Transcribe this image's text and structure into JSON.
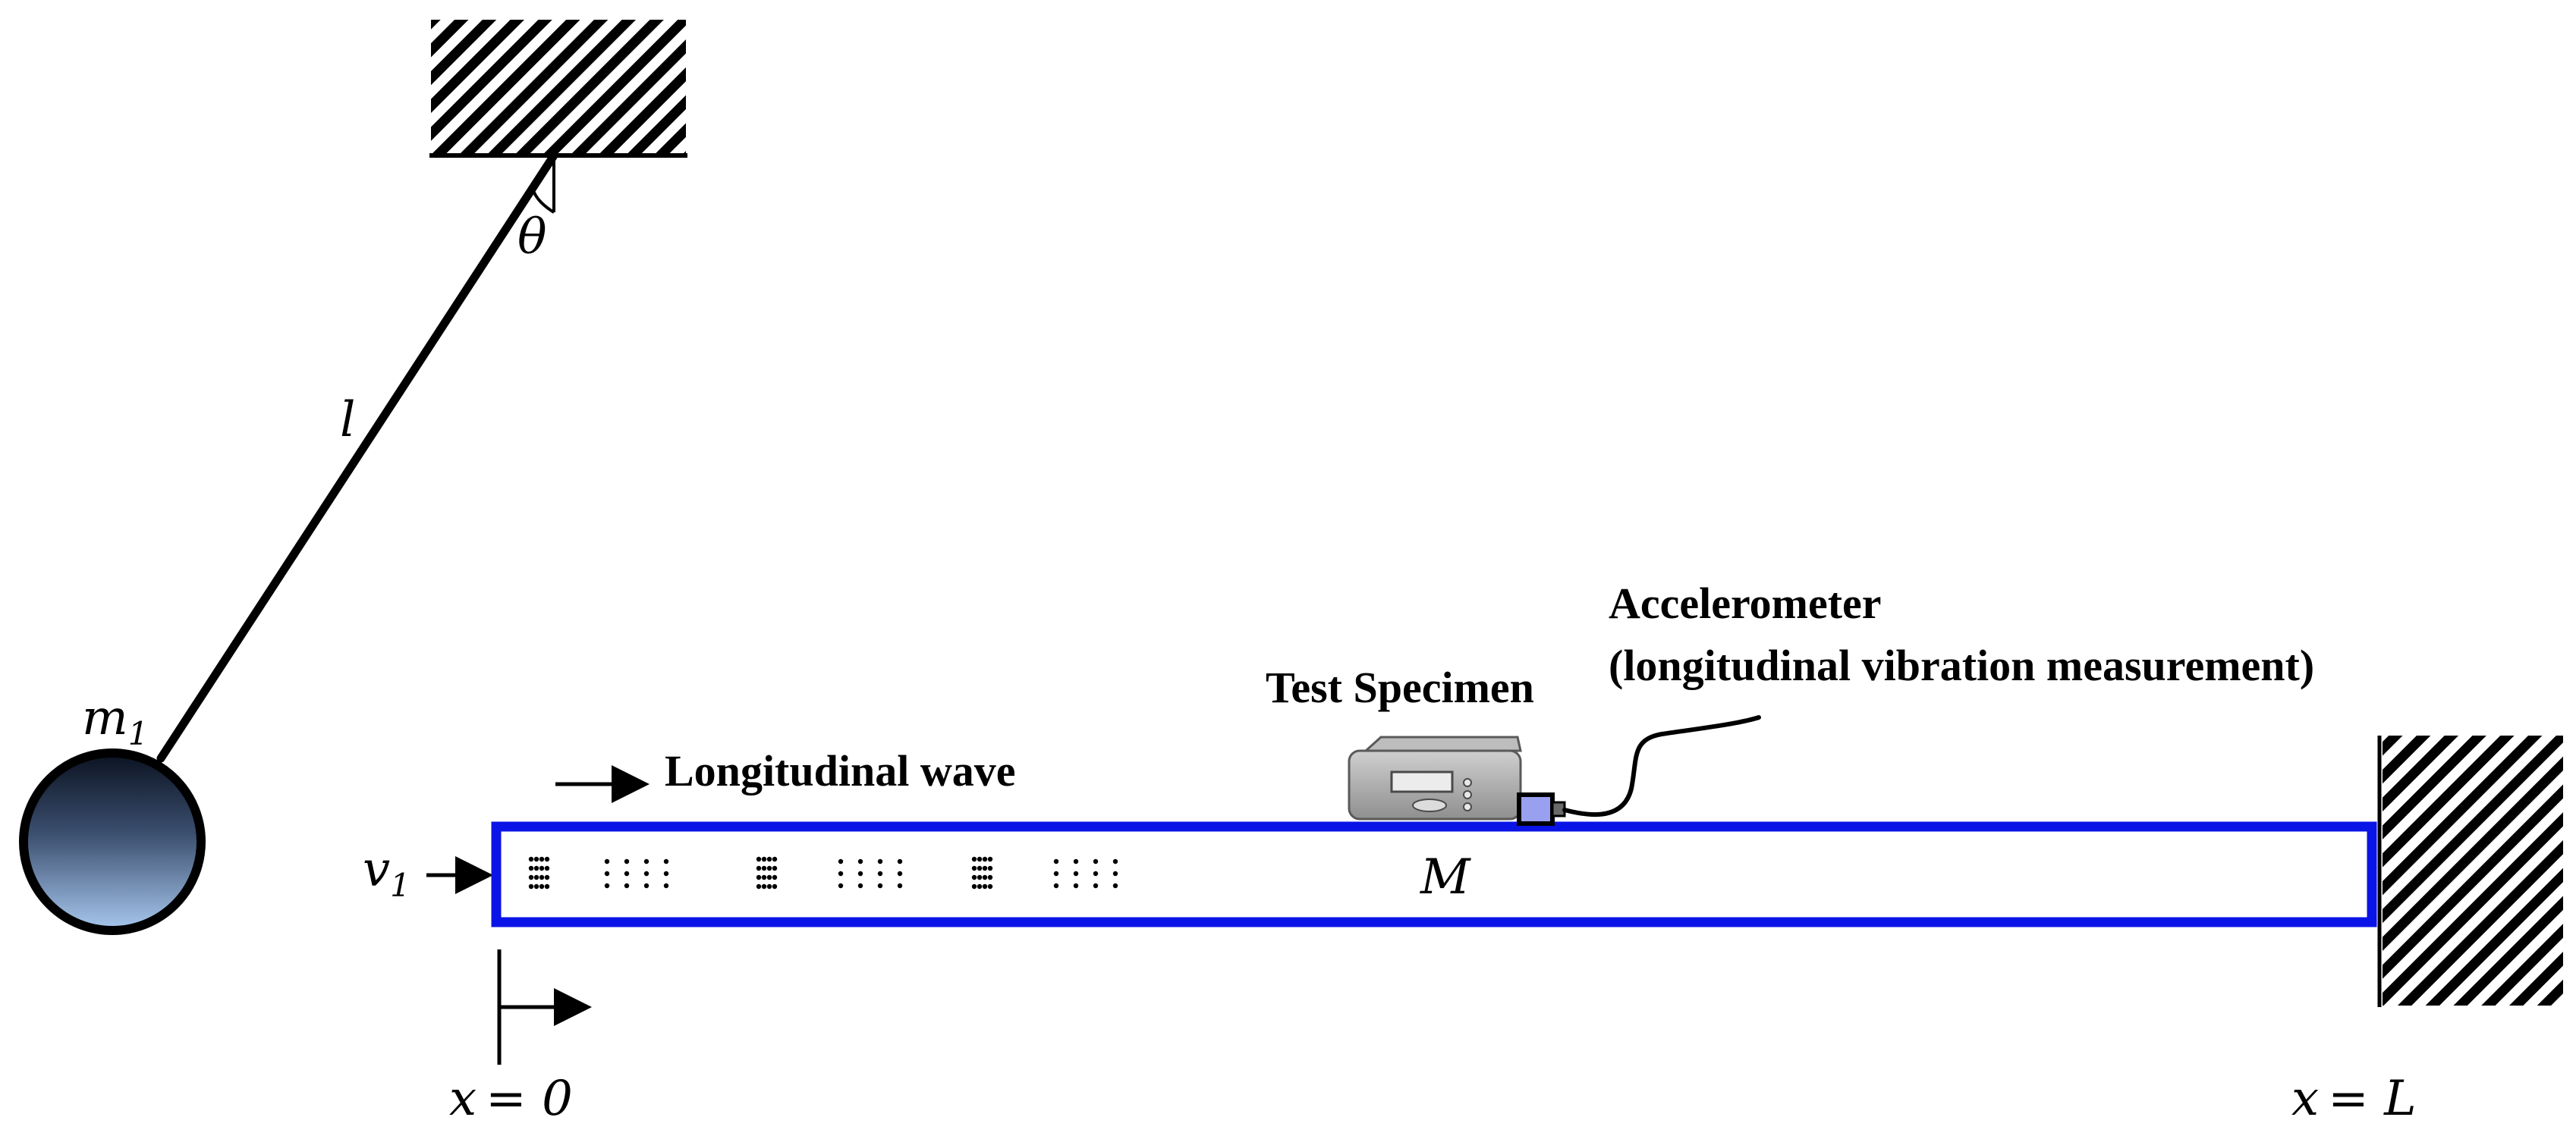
{
  "labels": {
    "theta": "θ",
    "length": "l",
    "mass_symbol": "m",
    "mass_subscript": "1",
    "velocity_symbol": "v",
    "velocity_subscript": "1",
    "wave": "Longitudinal wave",
    "specimen": "Test Specimen",
    "accelerometer_line1": "Accelerometer",
    "accelerometer_line2": "(longitudinal vibration measurement)",
    "beam_mass": "M",
    "x_start_var": "x",
    "x_start_eq": "= 0",
    "x_end_var": "x",
    "x_end_eq": "= L"
  },
  "colors": {
    "beam_outline": "#0a14e6",
    "ball_top": "#0b1220",
    "ball_bottom": "#a8c8ee",
    "accelerometer_body": "#9aa0f0",
    "device_body": "#a7a7a7",
    "hatch": "#000000"
  },
  "icons": {
    "pendulum_mass": "ball-icon",
    "test_device": "device-icon",
    "sensor": "accelerometer-icon"
  }
}
